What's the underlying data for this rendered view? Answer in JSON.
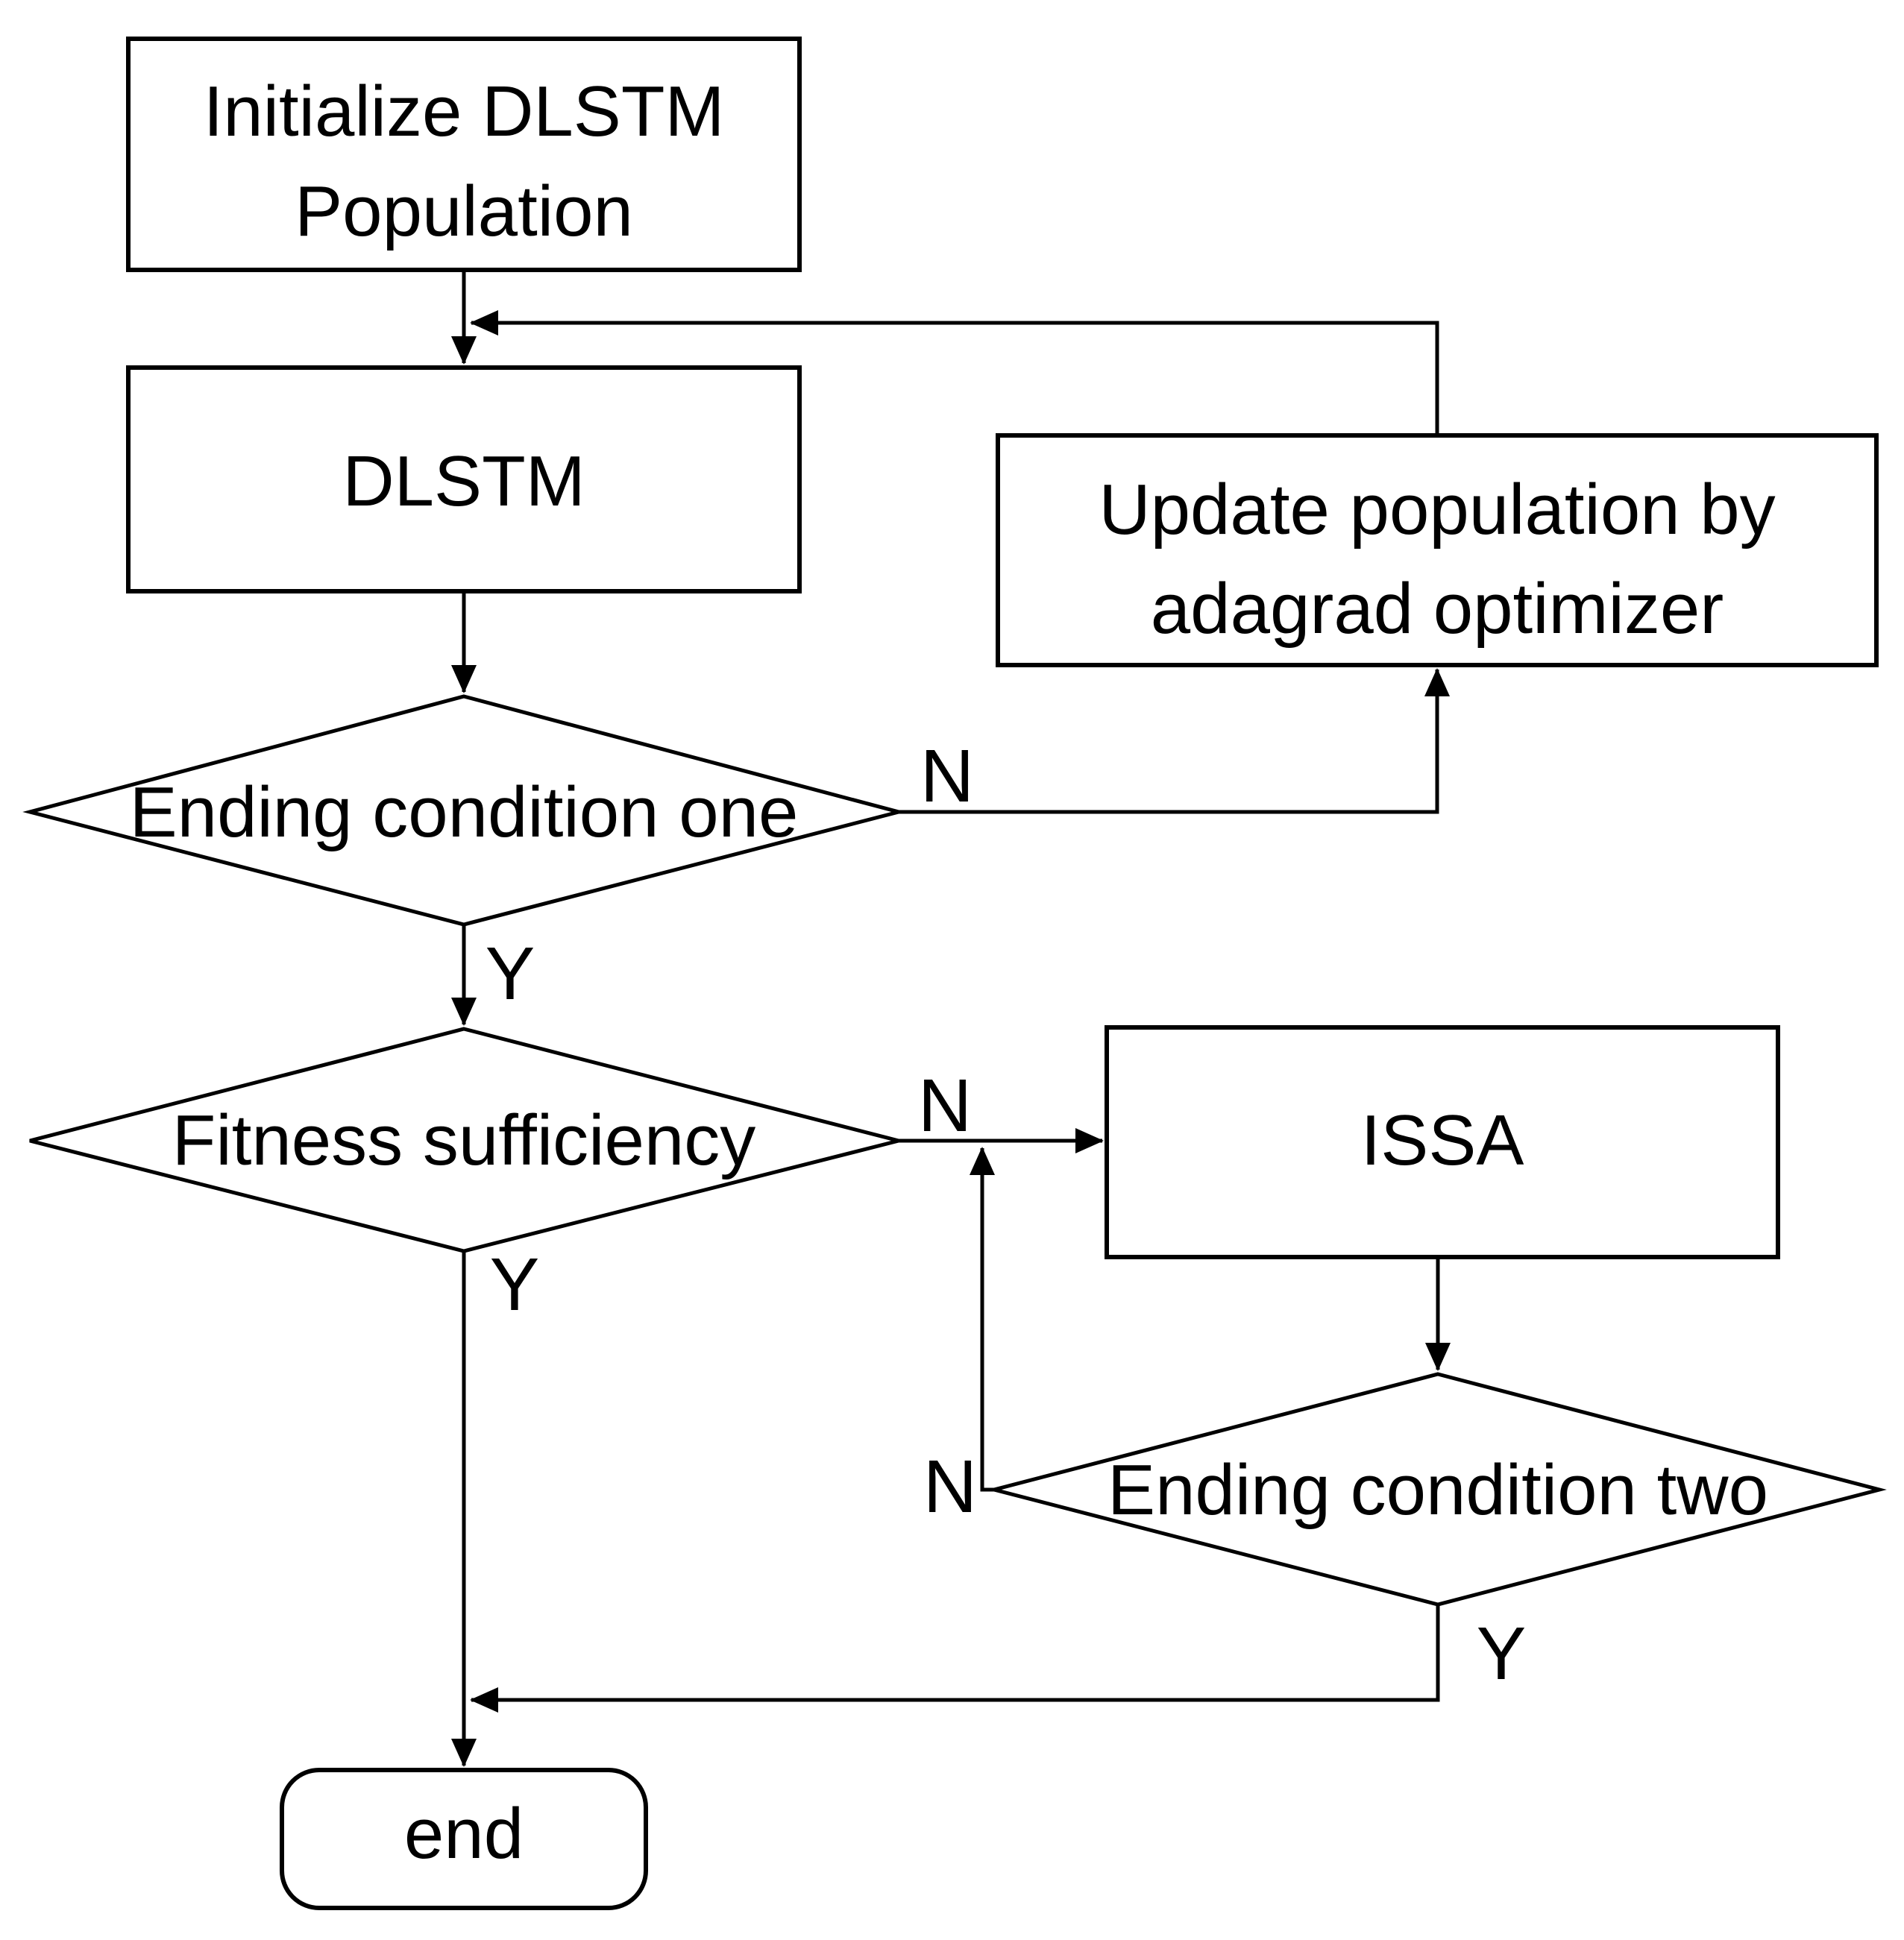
{
  "diagram": {
    "type": "flowchart",
    "background": "#ffffff",
    "stroke_color": "#000000",
    "text_color": "#000000"
  },
  "nodes": {
    "init": {
      "shape": "process",
      "line1": "Initialize DLSTM",
      "line2": "Population"
    },
    "dlstm": {
      "shape": "process",
      "label": "DLSTM"
    },
    "update": {
      "shape": "process",
      "line1": "Update population by",
      "line2": "adagrad optimizer"
    },
    "cond1": {
      "shape": "decision",
      "label": "Ending condition one"
    },
    "fitness": {
      "shape": "decision",
      "label": "Fitness sufficiency"
    },
    "issa": {
      "shape": "process",
      "label": "ISSA"
    },
    "cond2": {
      "shape": "decision",
      "label": "Ending condition two"
    },
    "end": {
      "shape": "terminator",
      "label": "end"
    }
  },
  "edge_labels": {
    "cond1_no": "N",
    "cond1_yes": "Y",
    "fitness_no": "N",
    "fitness_yes": "Y",
    "cond2_no": "N",
    "cond2_yes": "Y"
  }
}
